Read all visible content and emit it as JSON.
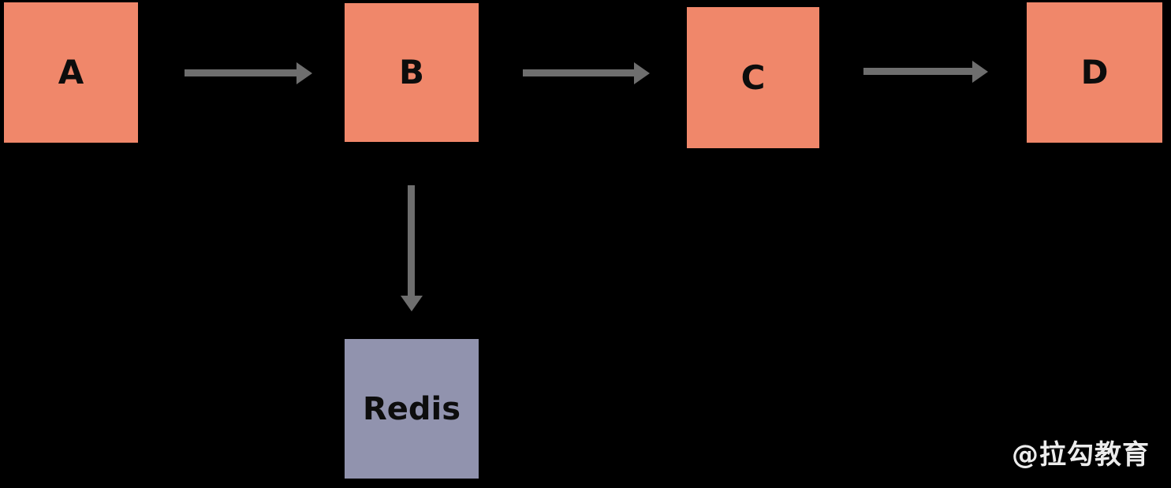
{
  "diagram": {
    "background_color": "#000000",
    "node_color_primary": "#F0876A",
    "node_color_cache": "#9193AE",
    "arrow_color": "#6E6E6E",
    "nodes": [
      {
        "id": "a",
        "label": "A",
        "color": "#F0876A"
      },
      {
        "id": "b",
        "label": "B",
        "color": "#F0876A"
      },
      {
        "id": "c",
        "label": "C",
        "color": "#F0876A"
      },
      {
        "id": "d",
        "label": "D",
        "color": "#F0876A"
      },
      {
        "id": "redis",
        "label": "Redis",
        "color": "#9193AE"
      }
    ],
    "edges": [
      {
        "from": "A",
        "to": "B",
        "direction": "right"
      },
      {
        "from": "B",
        "to": "C",
        "direction": "right"
      },
      {
        "from": "C",
        "to": "D",
        "direction": "right"
      },
      {
        "from": "B",
        "to": "Redis",
        "direction": "down"
      }
    ]
  },
  "watermark": {
    "text": "@拉勾教育",
    "color": "#ECECEC"
  }
}
